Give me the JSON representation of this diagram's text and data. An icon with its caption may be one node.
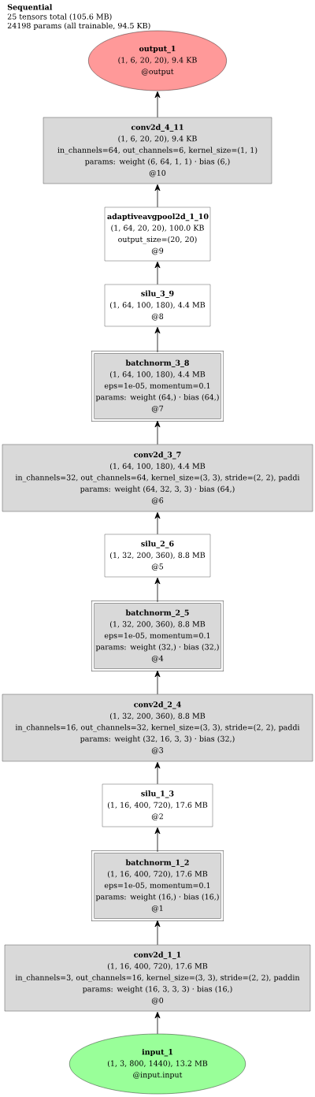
{
  "diagram": {
    "title": "Sequential",
    "labels": [
      "25 tensors total (105.6 MB)",
      "24198 params (all trainable, 94.5 KB)"
    ],
    "nodes": [
      {
        "text": [
          "output_1",
          "(1, 6, 20, 20), 9.4 KB",
          "@output"
        ]
      },
      {
        "text": [
          "conv2d_4_11",
          "(1, 6, 20, 20), 9.4 KB",
          "in_channels=64, out_channels=6, kernel_size=(1, 1)",
          "params: weight (6, 64, 1, 1) · bias (6,)",
          "@10"
        ]
      },
      {
        "text": [
          "adaptiveavgpool2d_1_10",
          "(1, 64, 20, 20), 100.0 KB",
          "output_size=(20, 20)",
          "@9"
        ]
      },
      {
        "text": [
          "silu_3_9",
          "(1, 64, 100, 180), 4.4 MB",
          "@8"
        ]
      },
      {
        "text": [
          "batchnorm_3_8",
          "(1, 64, 100, 180), 4.4 MB",
          "eps=1e-05, momentum=0.1",
          "params: weight (64,) · bias (64,)",
          "@7"
        ]
      },
      {
        "text": [
          "conv2d_3_7",
          "(1, 64, 100, 180), 4.4 MB",
          "in_channels=32, out_channels=64, kernel_size=(3, 3), stride=(2, 2), paddi",
          "params: weight (64, 32, 3, 3) · bias (64,)",
          "@6"
        ]
      },
      {
        "text": [
          "silu_2_6",
          "(1, 32, 200, 360), 8.8 MB",
          "@5"
        ]
      },
      {
        "text": [
          "batchnorm_2_5",
          "(1, 32, 200, 360), 8.8 MB",
          "eps=1e-05, momentum=0.1",
          "params: weight (32,) · bias (32,)",
          "@4"
        ]
      },
      {
        "text": [
          "conv2d_2_4",
          "(1, 32, 200, 360), 8.8 MB",
          "in_channels=16, out_channels=32, kernel_size=(3, 3), stride=(2, 2), paddi",
          "params: weight (32, 16, 3, 3) · bias (32,)",
          "@3"
        ]
      },
      {
        "text": [
          "silu_1_3",
          "(1, 16, 400, 720), 17.6 MB",
          "@2"
        ]
      },
      {
        "text": [
          "batchnorm_1_2",
          "(1, 16, 400, 720), 17.6 MB",
          "eps=1e-05, momentum=0.1",
          "params: weight (16,) · bias (16,)",
          "@1"
        ]
      },
      {
        "text": [
          "conv2d_1_1",
          "(1, 16, 400, 720), 17.6 MB",
          "in_channels=3, out_channels=16, kernel_size=(3, 3), stride=(2, 2), paddin",
          "params: weight (16, 3, 3, 3) · bias (16,)",
          "@0"
        ]
      },
      {
        "text": [
          "input_1",
          "(1, 3, 800, 1440), 13.2 MB",
          "@input.input"
        ]
      }
    ],
    "edges": [
      {
        "from": 12,
        "to": 11,
        "arrow": "to"
      },
      {
        "from": 11,
        "to": 10,
        "arrow": "to"
      },
      {
        "from": 10,
        "to": 9,
        "arrow": "to"
      },
      {
        "from": 9,
        "to": 8,
        "arrow": "to"
      },
      {
        "from": 8,
        "to": 7,
        "arrow": "to"
      },
      {
        "from": 7,
        "to": 6,
        "arrow": "to"
      },
      {
        "from": 6,
        "to": 5,
        "arrow": "to"
      },
      {
        "from": 5,
        "to": 4,
        "arrow": "to"
      },
      {
        "from": 4,
        "to": 3,
        "arrow": "to"
      },
      {
        "from": 3,
        "to": 2,
        "arrow": "to"
      },
      {
        "from": 2,
        "to": 1,
        "arrow": "to"
      },
      {
        "from": 1,
        "to": 0,
        "arrow": "to"
      }
    ]
  }
}
